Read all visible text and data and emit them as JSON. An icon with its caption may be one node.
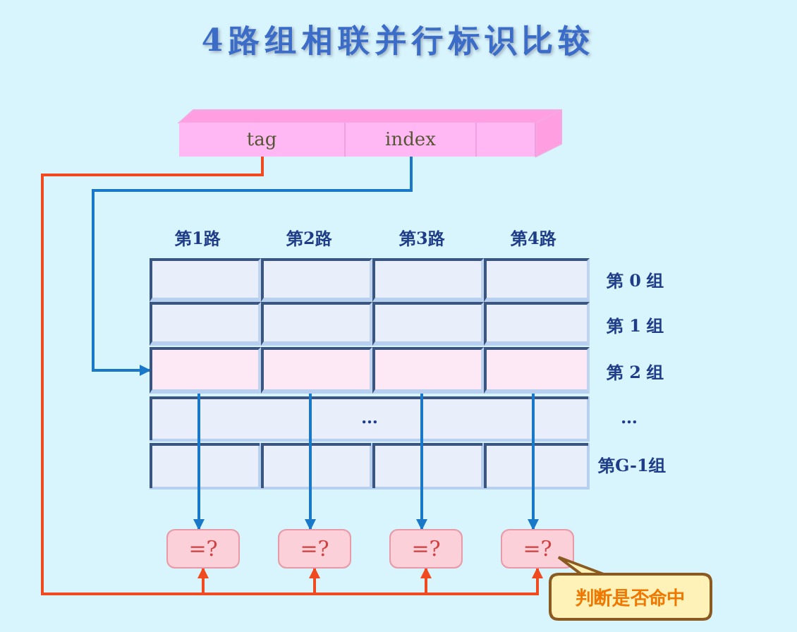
{
  "diagram": {
    "title": "4路组相联并行标识比较",
    "nodes": [
      {
        "text": [
          "tag"
        ]
      },
      {
        "text": [
          "index"
        ]
      },
      {
        "text": [],
        "shape": "box"
      },
      {
        "text": [],
        "shape": "box"
      },
      {
        "text": [],
        "shape": "box"
      },
      {
        "text": [],
        "shape": "box"
      },
      {
        "text": [],
        "shape": "box"
      },
      {
        "text": [],
        "shape": "box"
      },
      {
        "text": [],
        "shape": "box"
      },
      {
        "text": [],
        "shape": "box"
      },
      {
        "text": [],
        "shape": "box"
      },
      {
        "text": [],
        "shape": "box"
      },
      {
        "text": [],
        "shape": "box"
      },
      {
        "text": [],
        "shape": "box"
      },
      {
        "text": [],
        "shape": "box"
      },
      {
        "text": [
          "=?"
        ]
      },
      {
        "text": [
          "=?"
        ]
      },
      {
        "text": [
          "=?"
        ]
      },
      {
        "text": [
          "=?"
        ]
      },
      {
        "text": [
          "判断是否命中"
        ]
      }
    ],
    "edges": [
      {
        "from": 1,
        "to": 11,
        "arrow": "to"
      },
      {
        "from": 11,
        "to": 15,
        "arrow": "to"
      },
      {
        "from": 12,
        "to": 16,
        "arrow": "to"
      },
      {
        "from": 13,
        "to": 17,
        "arrow": "to"
      },
      {
        "from": 14,
        "to": 18,
        "arrow": "to"
      },
      {
        "from": 0,
        "to": 15,
        "arrow": "to",
        "color": "#f04a20"
      },
      {
        "from": 0,
        "to": 16,
        "arrow": "to",
        "color": "#f04a20"
      },
      {
        "from": 0,
        "to": 17,
        "arrow": "to",
        "color": "#f04a20"
      },
      {
        "from": 0,
        "to": 18,
        "arrow": "to",
        "color": "#f04a20"
      }
    ],
    "labels": [
      "第1路",
      "第2路",
      "第3路",
      "第4路",
      "第 0 组",
      "第 1 组",
      "第 2 组",
      "…",
      "…",
      "第G-1组"
    ]
  }
}
